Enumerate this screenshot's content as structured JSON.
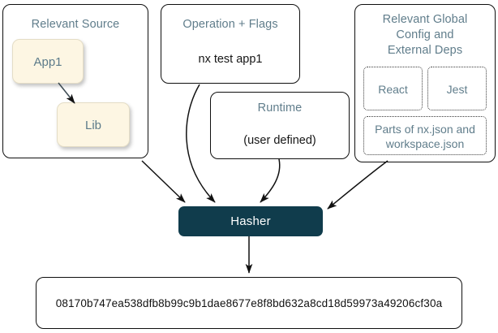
{
  "diagram": {
    "title": "Nx Hasher inputs diagram",
    "colors": {
      "group_border": "#0f0f0f",
      "group_title_text": "#607d8b",
      "node_fill": "#fdf6e3",
      "node_border": "#e4ddc6",
      "node_text": "#5c7b8a",
      "hasher_fill": "#103c4c",
      "hasher_text": "#ffffff",
      "arrow_stroke": "#111111",
      "background": "#ffffff"
    }
  },
  "groups": {
    "relevant_source": {
      "title": "Relevant Source",
      "nodes": [
        {
          "label": "App1",
          "name": "node-app1"
        },
        {
          "label": "Lib",
          "name": "node-lib"
        }
      ]
    },
    "operation_flags": {
      "title": "Operation + Flags",
      "body": "nx test app1"
    },
    "runtime": {
      "title": "Runtime",
      "body": "(user defined)"
    },
    "global_config": {
      "title_lines": [
        "Relevant Global",
        "Config and",
        "External Deps"
      ],
      "title": "Relevant Global Config and External Deps",
      "items": [
        {
          "label": "React",
          "name": "dep-react"
        },
        {
          "label": "Jest",
          "name": "dep-jest"
        }
      ],
      "config_files": {
        "line1": "Parts of nx.json and",
        "line2": "workspace.json",
        "label": "Parts of nx.json and workspace.json"
      }
    }
  },
  "hasher": {
    "label": "Hasher"
  },
  "output": {
    "hash": "08170b747ea538dfb8b99c9b1dae8677e8f8bd632a8cd18d59973a49206cf30a"
  },
  "arrows": [
    {
      "name": "arrow-app1-to-lib",
      "from": "App1",
      "to": "Lib"
    },
    {
      "name": "arrow-relevant-source-to-hasher",
      "from": "Relevant Source",
      "to": "Hasher"
    },
    {
      "name": "arrow-operation-flags-to-hasher",
      "from": "Operation + Flags",
      "to": "Hasher"
    },
    {
      "name": "arrow-runtime-to-hasher",
      "from": "Runtime",
      "to": "Hasher"
    },
    {
      "name": "arrow-global-config-to-hasher",
      "from": "Relevant Global Config and External Deps",
      "to": "Hasher"
    },
    {
      "name": "arrow-hasher-to-hash",
      "from": "Hasher",
      "to": "hash output"
    }
  ]
}
